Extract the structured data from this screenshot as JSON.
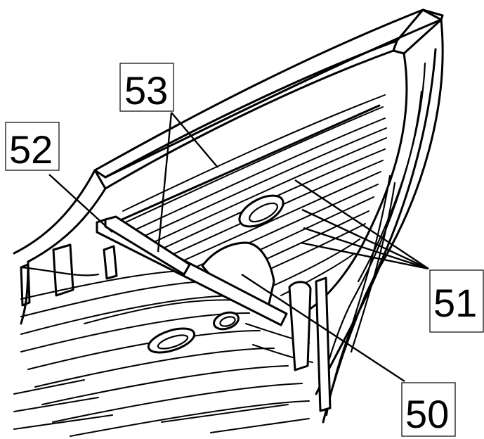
{
  "labels": {
    "l50": "50",
    "l51": "51",
    "l52": "52",
    "l53": "53"
  },
  "colors": {
    "ink": "#000000",
    "paper": "#ffffff"
  }
}
